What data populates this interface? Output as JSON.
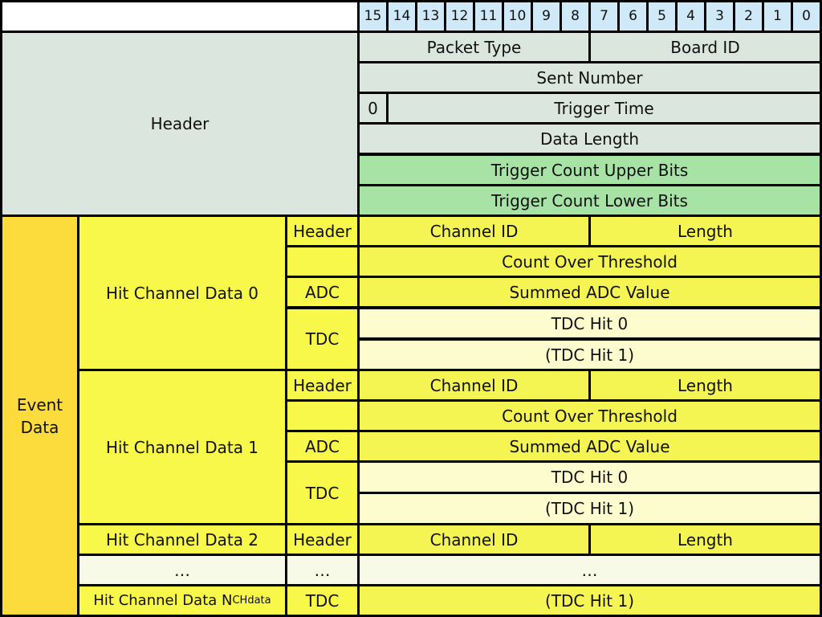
{
  "bits": [
    "15",
    "14",
    "13",
    "12",
    "11",
    "10",
    "9",
    "8",
    "7",
    "6",
    "5",
    "4",
    "3",
    "2",
    "1",
    "0"
  ],
  "header": {
    "label": "Header",
    "packet_type": "Packet Type",
    "board_id": "Board ID",
    "sent_number": "Sent Number",
    "zero_bit": "0",
    "trigger_time": "Trigger Time",
    "data_length": "Data Length",
    "trigger_count_upper": "Trigger Count Upper Bits",
    "trigger_count_lower": "Trigger Count Lower Bits"
  },
  "event_data": {
    "label": "Event Data",
    "hit_channels": [
      {
        "name": "Hit Channel Data 0",
        "header_label": "Header",
        "channel_id": "Channel ID",
        "length": "Length",
        "count_over_threshold": "Count Over Threshold",
        "adc_label": "ADC",
        "summed_adc": "Summed ADC Value",
        "tdc_label": "TDC",
        "tdc_hit0": "TDC Hit 0",
        "tdc_hit1": "(TDC Hit 1)"
      },
      {
        "name": "Hit Channel Data 1",
        "header_label": "Header",
        "channel_id": "Channel ID",
        "length": "Length",
        "count_over_threshold": "Count Over Threshold",
        "adc_label": "ADC",
        "summed_adc": "Summed ADC Value",
        "tdc_label": "TDC",
        "tdc_hit0": "TDC Hit 0",
        "tdc_hit1": "(TDC Hit 1)"
      },
      {
        "name": "Hit Channel Data 2",
        "header_label": "Header",
        "channel_id": "Channel ID",
        "length": "Length"
      }
    ],
    "ellipsis": "…",
    "last_channel": {
      "name_prefix": "Hit Channel Data N",
      "name_subscript": "CHdata",
      "tdc_label": "TDC",
      "tdc_hit1": "(TDC Hit 1)"
    }
  },
  "colors": {
    "bit_header": "#cfe9f8",
    "packet_header": "#dbe6df",
    "trigger_count": "#a8e3a6",
    "event_data": "#fcdc3c",
    "hit_channel": "#f8f84a",
    "field": "#f4f452",
    "tdc_field": "#fcfcce",
    "ellipsis_row": "#f6fae6",
    "grid_lines": "#000000"
  }
}
